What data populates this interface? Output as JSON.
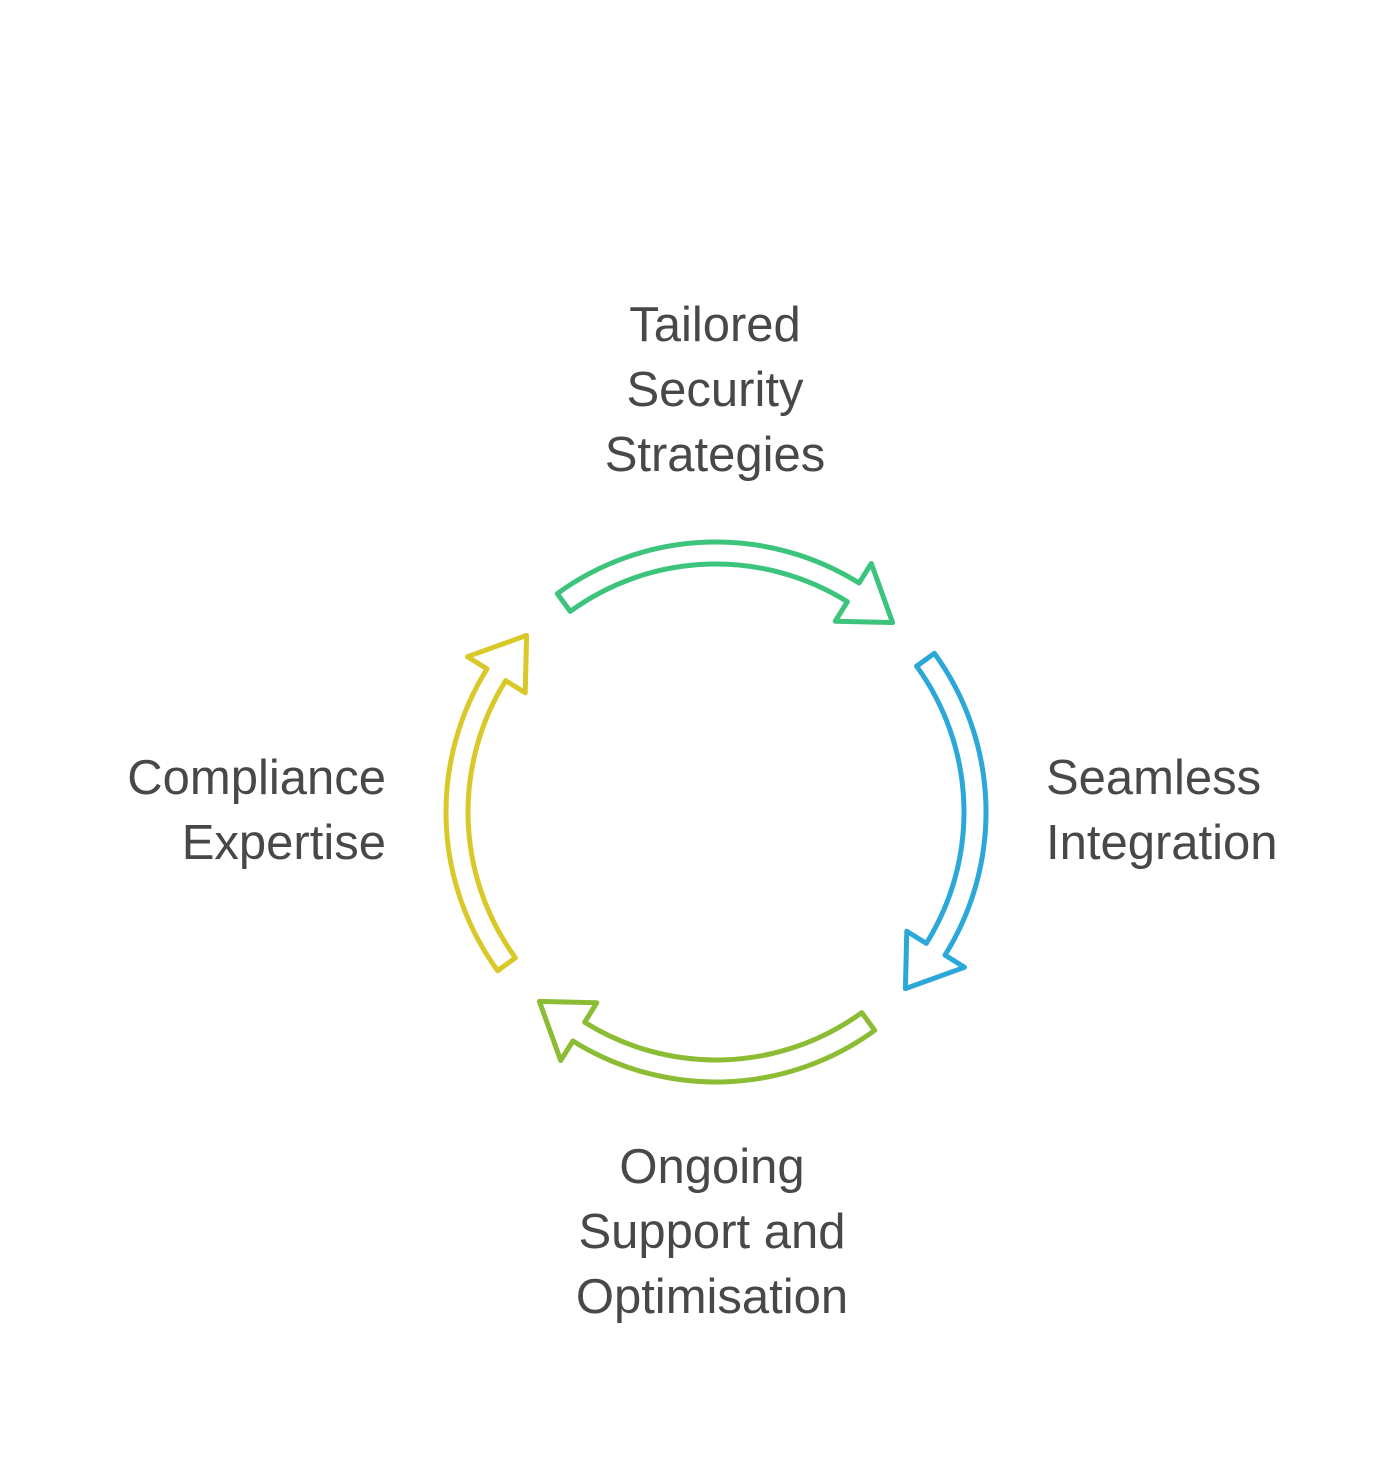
{
  "diagram": {
    "steps": [
      {
        "id": "top",
        "lines": [
          "Tailored",
          "Security",
          "Strategies"
        ],
        "color": "#3cc47c"
      },
      {
        "id": "right",
        "lines": [
          "Seamless",
          "Integration"
        ],
        "color": "#2ba8d8"
      },
      {
        "id": "bottom",
        "lines": [
          "Ongoing",
          "Support and",
          "Optimisation"
        ],
        "color": "#8cbc34"
      },
      {
        "id": "left",
        "lines": [
          "Compliance",
          "Expertise"
        ],
        "color": "#d8c828"
      }
    ]
  }
}
